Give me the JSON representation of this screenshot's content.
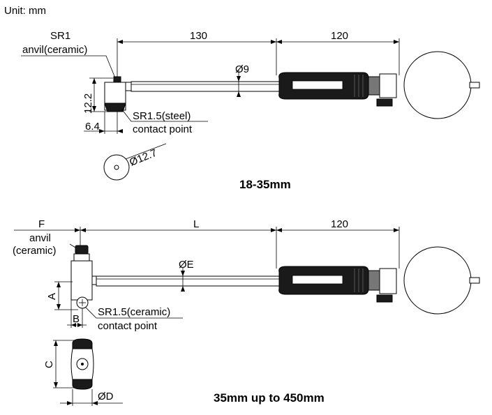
{
  "unit_label": "Unit: mm",
  "top_gauge": {
    "caption": "18-35mm",
    "dim_length": "130",
    "dim_handle": "120",
    "dim_shaft_dia": "Ø9",
    "anvil_radius": "SR1",
    "anvil_material": "anvil(ceramic)",
    "head_height": "12.2",
    "head_width": "6.4",
    "contact_radius": "SR1.5(steel)",
    "contact_label": "contact point",
    "head_dia": "Ø12.7"
  },
  "bottom_gauge": {
    "caption": "35mm up to 450mm",
    "dim_length": "L",
    "dim_handle": "120",
    "dim_shaft_dia": "ØE",
    "anvil_radius": "F",
    "anvil_label_1": "anvil",
    "anvil_label_2": "(ceramic)",
    "dim_a": "A",
    "dim_b": "B",
    "contact_radius": "SR1.5(ceramic)",
    "contact_label": "contact point",
    "dim_c": "C",
    "dim_d": "ØD"
  }
}
